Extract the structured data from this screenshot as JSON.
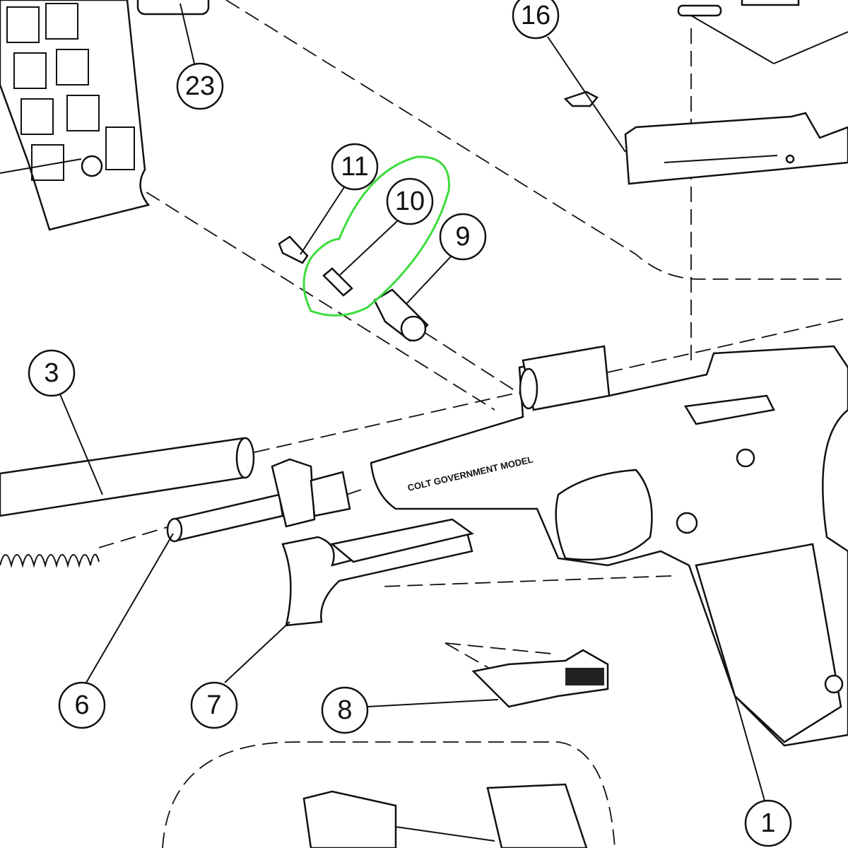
{
  "diagram": {
    "callouts": {
      "c23": "23",
      "c16": "16",
      "c11": "11",
      "c10": "10",
      "c9": "9",
      "c3": "3",
      "c6": "6",
      "c7": "7",
      "c8": "8",
      "c1": "1"
    },
    "frame_engraving": "COLT GOVERNMENT MODEL",
    "highlight_color": "#3ddc3d"
  }
}
